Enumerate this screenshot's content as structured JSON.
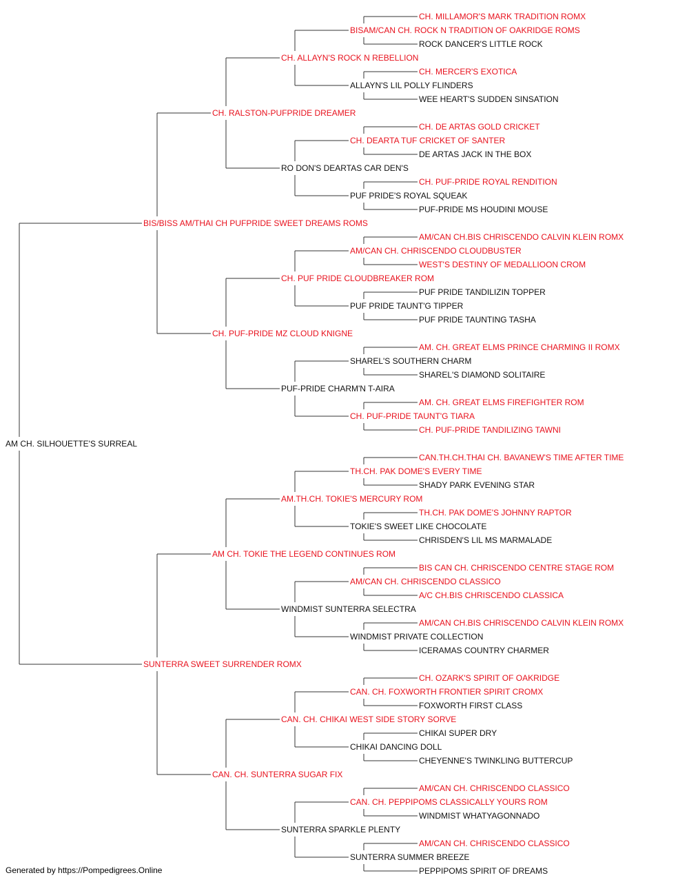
{
  "colors": {
    "champion": "#e8111d",
    "normal": "#111111",
    "line": "#333333"
  },
  "pedigree": {
    "name": "AM CH. SILHOUETTE'S SURREAL",
    "ch": false,
    "sire": {
      "name": "BIS/BISS AM/THAI CH PUFPRIDE SWEET DREAMS ROMS",
      "ch": true,
      "sire": {
        "name": "CH. RALSTON-PUFPRIDE DREAMER",
        "ch": true,
        "sire": {
          "name": "CH. ALLAYN'S ROCK N REBELLION",
          "ch": true,
          "sire": {
            "name": "BISAM/CAN CH. ROCK N TRADITION OF OAKRIDGE ROMS",
            "ch": true,
            "sire": {
              "name": "CH. MILLAMOR'S MARK TRADITION ROMX",
              "ch": true
            },
            "dam": {
              "name": "ROCK DANCER'S LITTLE ROCK",
              "ch": false
            }
          },
          "dam": {
            "name": "ALLAYN'S LIL POLLY FLINDERS",
            "ch": false,
            "sire": {
              "name": "CH. MERCER'S EXOTICA",
              "ch": true
            },
            "dam": {
              "name": "WEE HEART'S SUDDEN SINSATION",
              "ch": false
            }
          }
        },
        "dam": {
          "name": "RO DON'S DEARTAS CAR DEN'S",
          "ch": false,
          "sire": {
            "name": "CH. DEARTA TUF CRICKET OF SANTER",
            "ch": true,
            "sire": {
              "name": "CH. DE ARTAS GOLD CRICKET",
              "ch": true
            },
            "dam": {
              "name": "DE ARTAS JACK IN THE BOX",
              "ch": false
            }
          },
          "dam": {
            "name": "PUF PRIDE'S ROYAL SQUEAK",
            "ch": false,
            "sire": {
              "name": "CH. PUF-PRIDE ROYAL RENDITION",
              "ch": true
            },
            "dam": {
              "name": "PUF-PRIDE MS HOUDINI MOUSE",
              "ch": false
            }
          }
        }
      },
      "dam": {
        "name": "CH. PUF-PRIDE MZ CLOUD KNIGNE",
        "ch": true,
        "sire": {
          "name": "CH. PUF PRIDE CLOUDBREAKER ROM",
          "ch": true,
          "sire": {
            "name": "AM/CAN CH. CHRISCENDO CLOUDBUSTER",
            "ch": true,
            "sire": {
              "name": "AM/CAN CH.BIS CHRISCENDO CALVIN KLEIN ROMX",
              "ch": true
            },
            "dam": {
              "name": "WEST'S DESTINY OF MEDALLIOON CROM",
              "ch": true
            }
          },
          "dam": {
            "name": "PUF PRIDE TAUNT'G TIPPER",
            "ch": false,
            "sire": {
              "name": "PUF PRIDE TANDILIZIN TOPPER",
              "ch": false
            },
            "dam": {
              "name": "PUF PRIDE TAUNTING TASHA",
              "ch": false
            }
          }
        },
        "dam": {
          "name": "PUF-PRIDE CHARM'N T-AIRA",
          "ch": false,
          "sire": {
            "name": "SHAREL'S SOUTHERN CHARM",
            "ch": false,
            "sire": {
              "name": "AM. CH. GREAT ELMS PRINCE CHARMING II ROMX",
              "ch": true
            },
            "dam": {
              "name": "SHAREL'S DIAMOND SOLITAIRE",
              "ch": false
            }
          },
          "dam": {
            "name": "CH. PUF-PRIDE TAUNT'G TIARA",
            "ch": true,
            "sire": {
              "name": "AM. CH. GREAT ELMS FIREFIGHTER ROM",
              "ch": true
            },
            "dam": {
              "name": "CH. PUF-PRIDE TANDILIZING TAWNI",
              "ch": true
            }
          }
        }
      }
    },
    "dam": {
      "name": "SUNTERRA SWEET SURRENDER ROMX",
      "ch": true,
      "sire": {
        "name": "AM CH. TOKIE THE LEGEND CONTINUES ROM",
        "ch": true,
        "sire": {
          "name": "AM.TH.CH. TOKIE'S MERCURY ROM",
          "ch": true,
          "sire": {
            "name": "TH.CH. PAK DOME'S EVERY TIME",
            "ch": true,
            "sire": {
              "name": "CAN.TH.CH.THAI CH. BAVANEW'S TIME AFTER TIME",
              "ch": true
            },
            "dam": {
              "name": "SHADY PARK EVENING STAR",
              "ch": false
            }
          },
          "dam": {
            "name": "TOKIE'S SWEET LIKE CHOCOLATE",
            "ch": false,
            "sire": {
              "name": "TH.CH. PAK DOME'S JOHNNY RAPTOR",
              "ch": true
            },
            "dam": {
              "name": "CHRISDEN'S LIL MS MARMALADE",
              "ch": false
            }
          }
        },
        "dam": {
          "name": "WINDMIST SUNTERRA SELECTRA",
          "ch": false,
          "sire": {
            "name": "AM/CAN CH. CHRISCENDO CLASSICO",
            "ch": true,
            "sire": {
              "name": "BIS CAN CH. CHRISCENDO CENTRE STAGE ROM",
              "ch": true
            },
            "dam": {
              "name": "A/C CH.BIS CHRISCENDO CLASSICA",
              "ch": true
            }
          },
          "dam": {
            "name": "WINDMIST PRIVATE COLLECTION",
            "ch": false,
            "sire": {
              "name": "AM/CAN CH.BIS CHRISCENDO CALVIN KLEIN ROMX",
              "ch": true
            },
            "dam": {
              "name": "ICERAMAS COUNTRY CHARMER",
              "ch": false
            }
          }
        }
      },
      "dam": {
        "name": "CAN. CH. SUNTERRA SUGAR FIX",
        "ch": true,
        "sire": {
          "name": "CAN. CH. CHIKAI WEST SIDE STORY SORVE",
          "ch": true,
          "sire": {
            "name": "CAN. CH. FOXWORTH FRONTIER SPIRIT CROMX",
            "ch": true,
            "sire": {
              "name": "CH. OZARK'S SPIRIT OF OAKRIDGE",
              "ch": true
            },
            "dam": {
              "name": "FOXWORTH FIRST CLASS",
              "ch": false
            }
          },
          "dam": {
            "name": "CHIKAI DANCING DOLL",
            "ch": false,
            "sire": {
              "name": "CHIKAI SUPER DRY",
              "ch": false
            },
            "dam": {
              "name": "CHEYENNE'S TWINKLING BUTTERCUP",
              "ch": false
            }
          }
        },
        "dam": {
          "name": "SUNTERRA SPARKLE PLENTY",
          "ch": false,
          "sire": {
            "name": "CAN. CH. PEPPIPOMS CLASSICALLY YOURS ROM",
            "ch": true,
            "sire": {
              "name": "AM/CAN CH. CHRISCENDO CLASSICO",
              "ch": true
            },
            "dam": {
              "name": "WINDMIST WHATYAGONNADO",
              "ch": false
            }
          },
          "dam": {
            "name": "SUNTERRA SUMMER BREEZE",
            "ch": false,
            "sire": {
              "name": "AM/CAN CH. CHRISCENDO CLASSICO",
              "ch": true
            },
            "dam": {
              "name": "PEPPIPOMS SPIRIT OF DREAMS",
              "ch": false
            }
          }
        }
      }
    }
  },
  "footer": {
    "text": "Generated by https://Pompedigrees.Online"
  }
}
